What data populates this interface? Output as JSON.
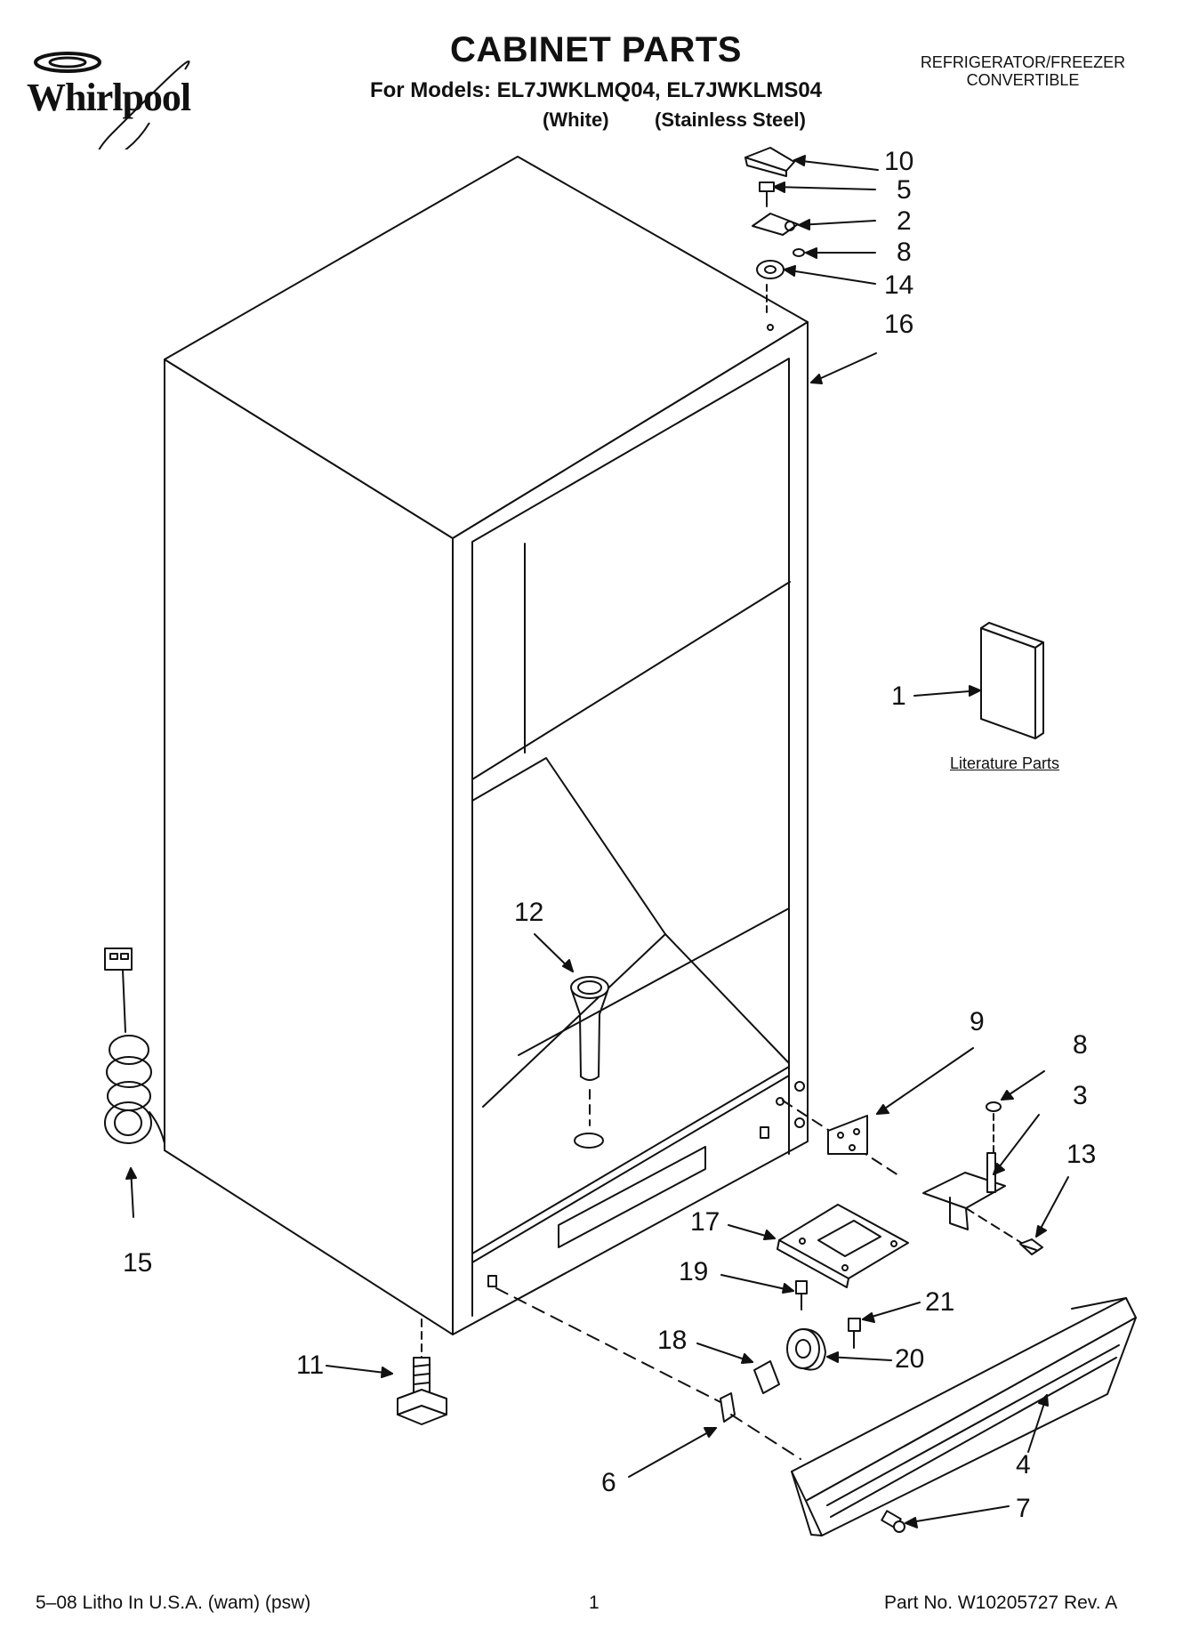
{
  "brand": {
    "name": "Whirlpool"
  },
  "header": {
    "title": "CABINET PARTS",
    "models": "For Models: EL7JWKLMQ04, EL7JWKLMS04",
    "finish_white": "(White)",
    "finish_stainless": "(Stainless Steel)",
    "category_line1": "REFRIGERATOR/FREEZER",
    "category_line2": "CONVERTIBLE"
  },
  "literature_label": "Literature Parts",
  "callouts": {
    "p1": "1",
    "p2": "2",
    "p3": "3",
    "p4": "4",
    "p5": "5",
    "p6": "6",
    "p7": "7",
    "p8a": "8",
    "p8b": "8",
    "p9": "9",
    "p10": "10",
    "p11": "11",
    "p12": "12",
    "p13": "13",
    "p14": "14",
    "p15": "15",
    "p16": "16",
    "p17": "17",
    "p18": "18",
    "p19": "19",
    "p20": "20",
    "p21": "21"
  },
  "footer": {
    "left": "5–08 Litho In U.S.A. (wam) (psw)",
    "center": "1",
    "right": "Part No. W10205727 Rev. A"
  }
}
